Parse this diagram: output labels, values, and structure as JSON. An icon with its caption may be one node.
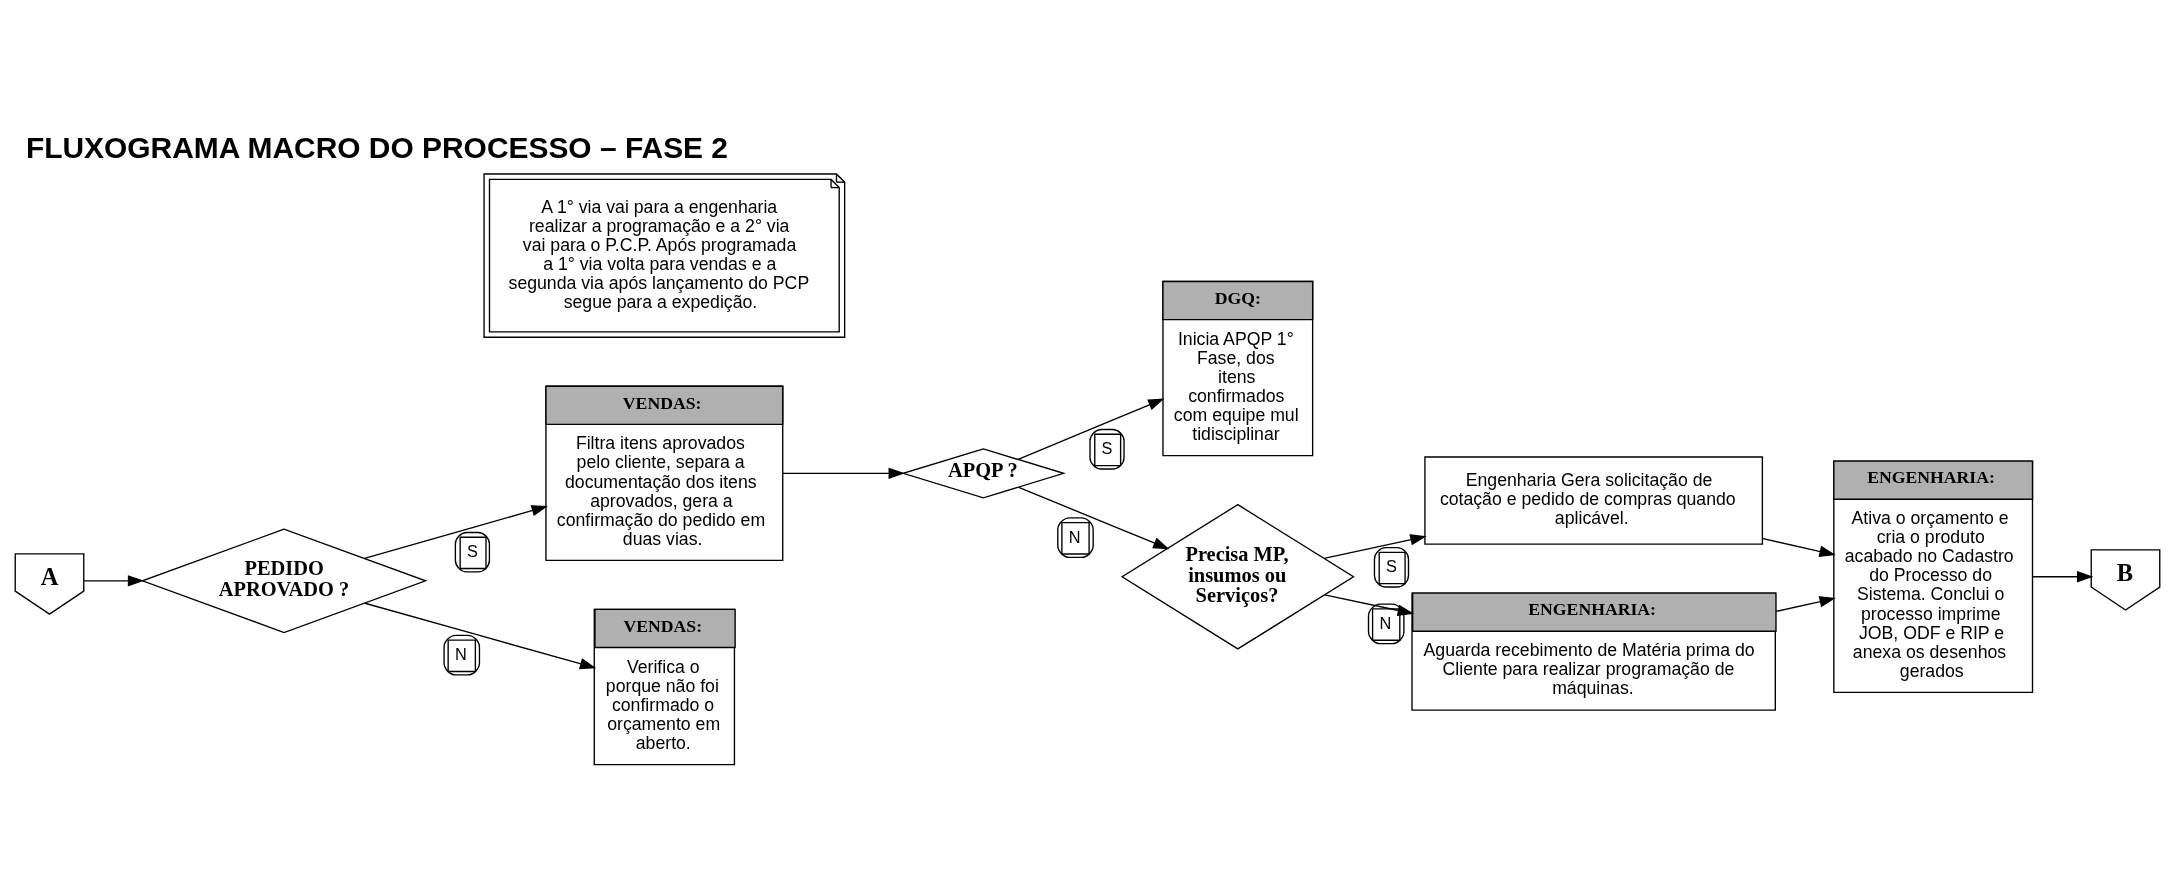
{
  "diagram": {
    "title": "FLUXOGRAMA MACRO DO PROCESSO – FASE 2",
    "nodes": [
      {
        "text": [
          "A"
        ]
      },
      {
        "text": [
          "PEDIDO APROVADO ?"
        ]
      },
      {
        "text": [
          "VENDAS:",
          "Filtra itens aprovados pelo cliente, separa a documentação dos itens aprovados, gera a confirmação do pedido em duas vias."
        ]
      },
      {
        "text": [
          "A 1° via vai para a engenharia realizar a programação e a 2° via vai para o P.C.P. Após programada a 1° via volta para vendas e a segunda via após lançamento do PCP segue para a expedição."
        ]
      },
      {
        "text": [
          "VENDAS:",
          "Verifica o porque não foi confirmado o orçamento em aberto."
        ]
      },
      {
        "text": [
          "APQP ?"
        ]
      },
      {
        "text": [
          "DGQ:",
          "Inicia APQP 1° Fase, dos itens confirmados com equipe multidisciplinar"
        ]
      },
      {
        "text": [
          "Precisa MP, insumos ou Serviços?"
        ]
      },
      {
        "text": [
          "Engenharia Gera solicitação de cotação e pedido de compras quando aplicável."
        ]
      },
      {
        "text": [
          "ENGENHARIA:",
          "Aguarda recebimento de Matéria prima do Cliente para realizar programação de máquinas."
        ]
      },
      {
        "text": [
          "ENGENHARIA:",
          "Ativa o orçamento e cria o produto acabado no Cadastro do Processo do Sistema. Conclui o processo imprime JOB, ODF e RIP e anexa os desenhos gerados"
        ]
      },
      {
        "text": [
          "B"
        ]
      }
    ],
    "edges": [
      {
        "from": 0,
        "to": 1,
        "arrow": "to"
      },
      {
        "from": 1,
        "to": 2,
        "arrow": "to",
        "label": "S"
      },
      {
        "from": 1,
        "to": 4,
        "arrow": "to",
        "label": "N"
      },
      {
        "from": 2,
        "to": 5,
        "arrow": "to"
      },
      {
        "from": 5,
        "to": 6,
        "arrow": "to",
        "label": "S"
      },
      {
        "from": 5,
        "to": 7,
        "arrow": "to",
        "label": "N"
      },
      {
        "from": 7,
        "to": 8,
        "arrow": "to",
        "label": "S"
      },
      {
        "from": 7,
        "to": 9,
        "arrow": "to",
        "label": "N"
      },
      {
        "from": 8,
        "to": 10,
        "arrow": "to"
      },
      {
        "from": 9,
        "to": 10,
        "arrow": "to"
      },
      {
        "from": 10,
        "to": 11,
        "arrow": "to"
      }
    ]
  }
}
